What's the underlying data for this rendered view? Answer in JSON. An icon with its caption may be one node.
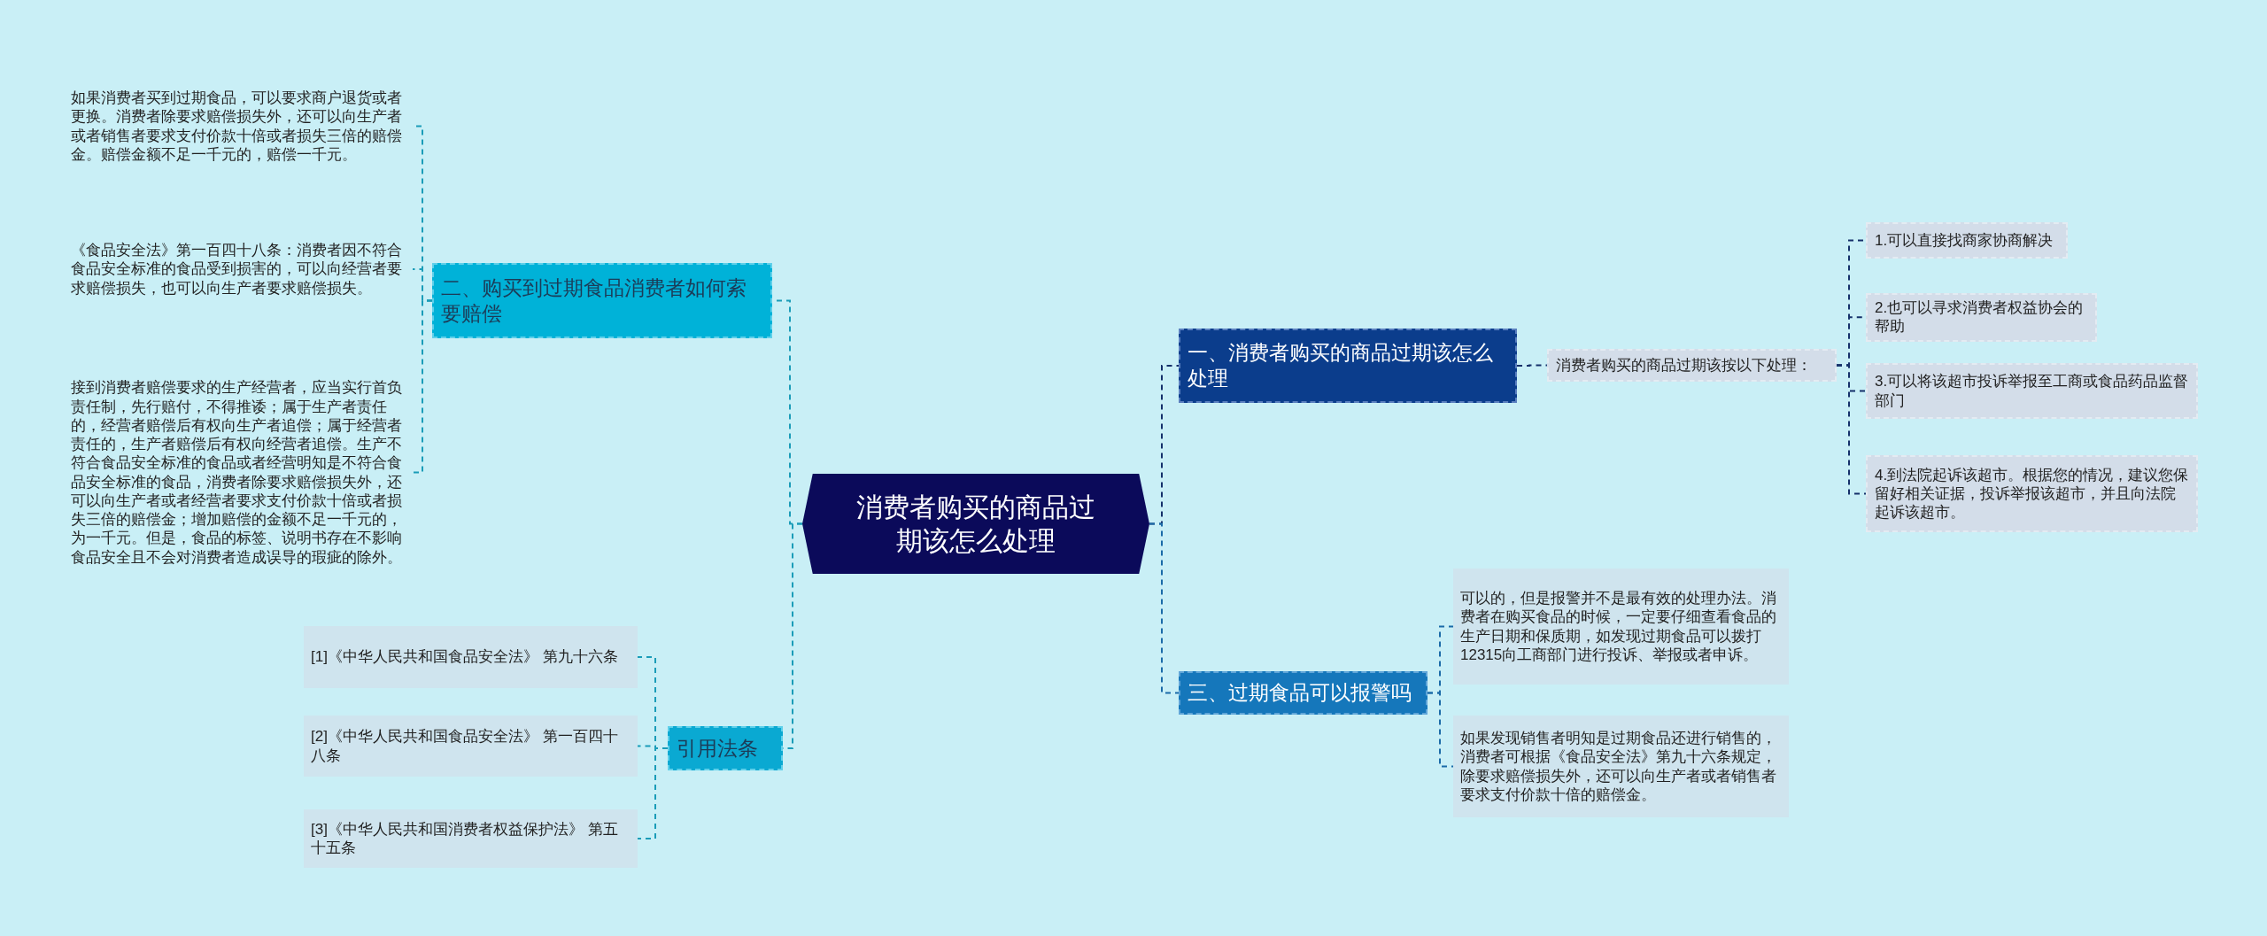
{
  "diagram": {
    "nodes": [
      {
        "text": [
          "消费者购买的商品过期该怎么处理"
        ]
      },
      {
        "text": [
          "一、消费者购买的商品过期该怎么处理"
        ]
      },
      {
        "text": [
          "消费者购买的商品过期该按以下处理："
        ]
      },
      {
        "text": [
          "1.可以直接找商家协商解决"
        ]
      },
      {
        "text": [
          "2.也可以寻求消费者权益协会的帮助"
        ]
      },
      {
        "text": [
          "3.可以将该超市投诉举报至工商或食品药品监督部门"
        ]
      },
      {
        "text": [
          "4.到法院起诉该超市。根据您的情况，建议您保留好相关证据，投诉举报该超市，并且向法院起诉该超市。"
        ]
      },
      {
        "text": [
          "二、购买到过期食品消费者如何索要赔偿"
        ]
      },
      {
        "text": [
          "如果消费者买到过期食品，可以要求商户退货或者更换。消费者除要求赔偿损失外，还可以向生产者或者销售者要求支付价款十倍或者损失三倍的赔偿金。赔偿金额不足一千元的，赔偿一千元。"
        ]
      },
      {
        "text": [
          "《食品安全法》第一百四十八条：消费者因不符合食品安全标准的食品受到损害的，可以向经营者要求赔偿损失，也可以向生产者要求赔偿损失。"
        ]
      },
      {
        "text": [
          "接到消费者赔偿要求的生产经营者，应当实行首负责任制，先行赔付，不得推诿；属于生产者责任的，经营者赔偿后有权向生产者追偿；属于经营者责任的，生产者赔偿后有权向经营者追偿。生产不符合食品安全标准的食品或者经营明知是不符合食品安全标准的食品，消费者除要求赔偿损失外，还可以向生产者或者经营者要求支付价款十倍或者损失三倍的赔偿金；增加赔偿的金额不足一千元的，为一千元。但是，食品的标签、说明书存在不影响食品安全且不会对消费者造成误导的瑕疵的除外。"
        ]
      },
      {
        "text": [
          "三、过期食品可以报警吗"
        ]
      },
      {
        "text": [
          "可以的，但是报警并不是最有效的处理办法。消费者在购买食品的时候，一定要仔细查看食品的生产日期和保质期，如发现过期食品可以拨打12315向工商部门进行投诉、举报或者申诉。"
        ]
      },
      {
        "text": [
          "如果发现销售者明知是过期食品还进行销售的，消费者可根据《食品安全法》第九十六条规定，除要求赔偿损失外，还可以向生产者或者销售者要求支付价款十倍的赔偿金。"
        ]
      },
      {
        "text": [
          "引用法条"
        ]
      },
      {
        "text": [
          "[1]《中华人民共和国食品安全法》 第九十六条"
        ]
      },
      {
        "text": [
          "[2]《中华人民共和国食品安全法》 第一百四十八条"
        ]
      },
      {
        "text": [
          "[3]《中华人民共和国消费者权益保护法》 第五十五条"
        ]
      }
    ],
    "edges": [
      {
        "from": 0,
        "to": 1,
        "arrow": "none",
        "style": "dashed",
        "color": "#15306a"
      },
      {
        "from": 1,
        "to": 2,
        "arrow": "none",
        "style": "dashed",
        "color": "#15306a"
      },
      {
        "from": 2,
        "to": 3,
        "arrow": "none",
        "style": "dashed",
        "color": "#15306a"
      },
      {
        "from": 2,
        "to": 4,
        "arrow": "none",
        "style": "dashed",
        "color": "#15306a"
      },
      {
        "from": 2,
        "to": 5,
        "arrow": "none",
        "style": "dashed",
        "color": "#15306a"
      },
      {
        "from": 2,
        "to": 6,
        "arrow": "none",
        "style": "dashed",
        "color": "#15306a"
      },
      {
        "from": 0,
        "to": 7,
        "arrow": "none",
        "style": "dashed",
        "color": "#1a9cb8"
      },
      {
        "from": 7,
        "to": 8,
        "arrow": "none",
        "style": "dashed",
        "color": "#1a9cb8"
      },
      {
        "from": 7,
        "to": 9,
        "arrow": "none",
        "style": "dashed",
        "color": "#1a9cb8"
      },
      {
        "from": 7,
        "to": 10,
        "arrow": "none",
        "style": "dashed",
        "color": "#1a9cb8"
      },
      {
        "from": 0,
        "to": 11,
        "arrow": "none",
        "style": "dashed",
        "color": "#1a6aa8"
      },
      {
        "from": 11,
        "to": 12,
        "arrow": "none",
        "style": "dashed",
        "color": "#1a6aa8"
      },
      {
        "from": 11,
        "to": 13,
        "arrow": "none",
        "style": "dashed",
        "color": "#1a6aa8"
      },
      {
        "from": 0,
        "to": 14,
        "arrow": "none",
        "style": "dashed",
        "color": "#1a9cb8"
      },
      {
        "from": 14,
        "to": 15,
        "arrow": "none",
        "style": "dashed",
        "color": "#1a9cb8"
      },
      {
        "from": 14,
        "to": 16,
        "arrow": "none",
        "style": "dashed",
        "color": "#1a9cb8"
      },
      {
        "from": 14,
        "to": 17,
        "arrow": "none",
        "style": "dashed",
        "color": "#1a9cb8"
      }
    ]
  }
}
